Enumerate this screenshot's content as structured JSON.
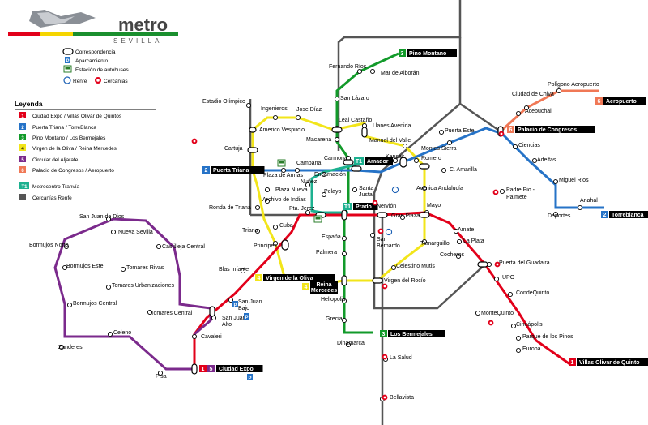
{
  "brand": {
    "name": "metro",
    "city": "SEVILLA"
  },
  "symbols": [
    {
      "icon": "transfer-icon",
      "label": "Correspondencia"
    },
    {
      "icon": "parking-icon",
      "label": "Aparcamiento"
    },
    {
      "icon": "bus-station-icon",
      "label": "Estación de autobuses"
    },
    {
      "icon": "renfe-icon",
      "label": "Renfe"
    },
    {
      "icon": "cercanias-icon",
      "label": "Cercanías"
    }
  ],
  "parking_glyph": "P",
  "legend_title": "Leyenda",
  "lines": [
    {
      "num": "1",
      "color": "#e2001a",
      "label": "Ciudad Expo  /  Villas Olivar de Quintos"
    },
    {
      "num": "2",
      "color": "#2673c7",
      "label": "Puerta Triana  /  TorreBlanca"
    },
    {
      "num": "3",
      "color": "#129a2a",
      "label": "Pino Montano  /  Los Bermejales"
    },
    {
      "num": "4",
      "color": "#f2e51a",
      "label": "Virgen de la Oliva  /  Reina Mercedes"
    },
    {
      "num": "5",
      "color": "#7b2a8c",
      "label": "Circular del Aljarafe"
    },
    {
      "num": "6",
      "color": "#f07856",
      "label": "Palacio de Congresos  /  Aeropuerto"
    },
    {
      "num": "T1",
      "color": "#1db190",
      "label": "Metrocentro Tranvía"
    },
    {
      "num": "",
      "color": "#555555",
      "label": "Cercanías Renfe"
    }
  ],
  "terminals": [
    {
      "num": "3",
      "name": "Pino Montano"
    },
    {
      "num": "2",
      "name": "Puerta Triana"
    },
    {
      "num": "T1",
      "name": "Amador"
    },
    {
      "num": "T1",
      "name": "Prado"
    },
    {
      "num": "6",
      "name": "Palacio de Congresos"
    },
    {
      "num": "6",
      "name": "Aeropuerto"
    },
    {
      "num": "2",
      "name": "Torreblanca"
    },
    {
      "num": "4",
      "name": "Virgen de la Oliva"
    },
    {
      "num": "4",
      "name": "Reina Mercedes"
    },
    {
      "num": "3",
      "name": "Los Bermejales"
    },
    {
      "num": "1",
      "name": "Villas Olivar de Quinto"
    },
    {
      "num": "1 5",
      "name": "Ciudad Expo"
    }
  ],
  "stations": [
    "Fernando Ríos",
    "Mar de Alborán",
    "San Lázaro",
    "Estadio Olímpico",
    "Ingenieros",
    "Jose Díaz",
    "Leal Castaño",
    "Llanes Avenida",
    "Americo Vespucio",
    "Macarena",
    "Manuel del Valle",
    "Puerta Este",
    "Montes Sierra",
    "Cartuja",
    "Carmona",
    "Kansas",
    "Romero",
    "C. Amarilla",
    "Campana",
    "Plaza de Armas",
    "Encarnación",
    "Nuñez",
    "Plaza Nueva",
    "Santa Justa",
    "Avenida Andalucía",
    "Archivo de Indias",
    "Pelayo",
    "Ronda de Triana",
    "Pta. Jerez",
    "Nervión",
    "Mayo",
    "Gran Plaza",
    "San Bernardo",
    "Amate",
    "Cuba",
    "Triana",
    "España",
    "La Plata",
    "Tamarguillo",
    "Principes",
    "Cocheros",
    "Palmera",
    "Celestino Mutis",
    "Blas Infante",
    "Virgen del Rocío",
    "Heliopolis",
    "San Juan Bajo",
    "San Juan Alto",
    "Grecia",
    "Cavaleri",
    "Dinamarca",
    "La Salud",
    "Bellavista",
    "Ciudad de Chiva",
    "Polígono Aeropuerto",
    "Acebuchal",
    "Ciencias",
    "Padre Pio - Palmete",
    "Adelfas",
    "Miguel Rios",
    "Anahal",
    "Deportes",
    "Puerta del Guadaira",
    "UPO",
    "CondeQuinto",
    "MonteQuinto",
    "Cineápolis",
    "Parque de los Pinos",
    "Europa",
    "San Juan de Dios",
    "Nueva Sevilla",
    "Bormujos Norte",
    "Castilleja Central",
    "Bormujos Este",
    "Tomares Rivas",
    "Tomares Urbanizaciones",
    "Bormujos Central",
    "Tomares Central",
    "Celeno",
    "Zanderes",
    "Pisa"
  ]
}
